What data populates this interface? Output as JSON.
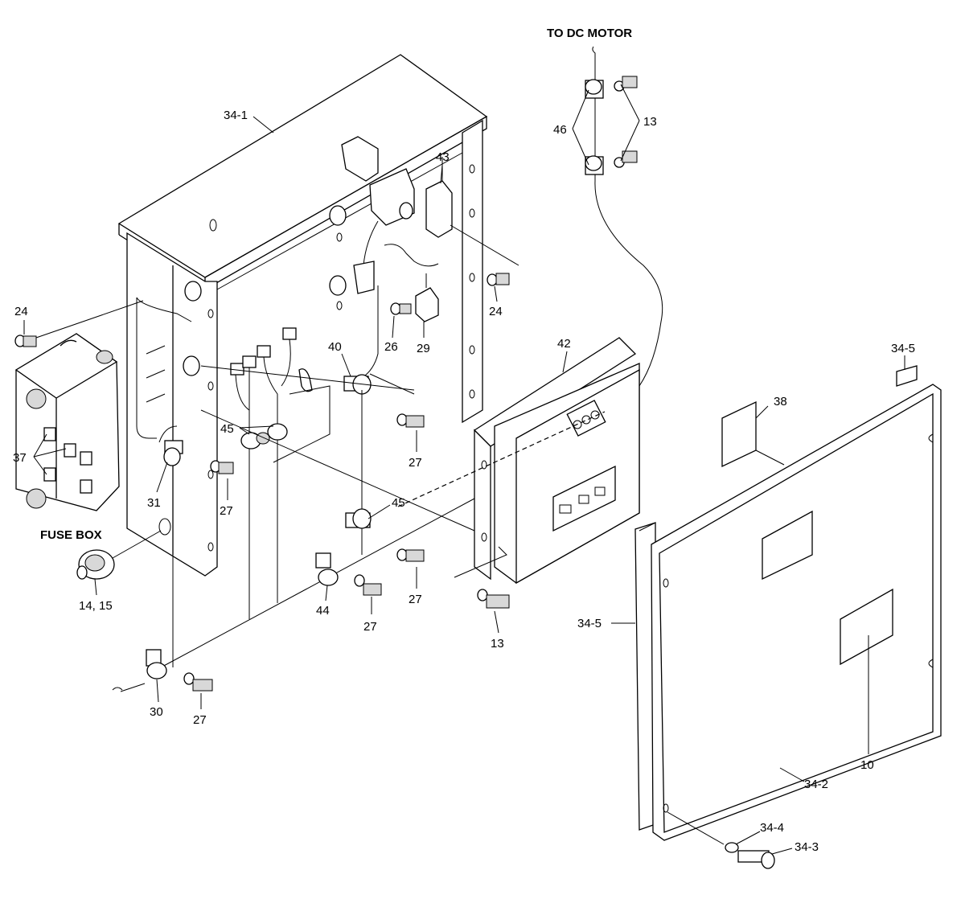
{
  "labels": {
    "to_dc_motor": "TO DC MOTOR",
    "fuse_box": "FUSE BOX",
    "l34_1": "34-1",
    "l46": "46",
    "l13_top": "13",
    "l43": "43",
    "l24_left": "24",
    "l24_right": "24",
    "l26": "26",
    "l29": "29",
    "l40": "40",
    "l42": "42",
    "l34_5_top": "34-5",
    "l38": "38",
    "l45_left": "45",
    "l45_mid": "45",
    "l37": "37",
    "l31": "31",
    "l27_a": "27",
    "l27_b": "27",
    "l27_c": "27",
    "l27_d": "27",
    "l27_e": "27",
    "l14_15": "14, 15",
    "l44": "44",
    "l13_bottom": "13",
    "l34_5_left": "34-5",
    "l30": "30",
    "l10": "10",
    "l34_2": "34-2",
    "l34_4": "34-4",
    "l34_3": "34-3"
  }
}
